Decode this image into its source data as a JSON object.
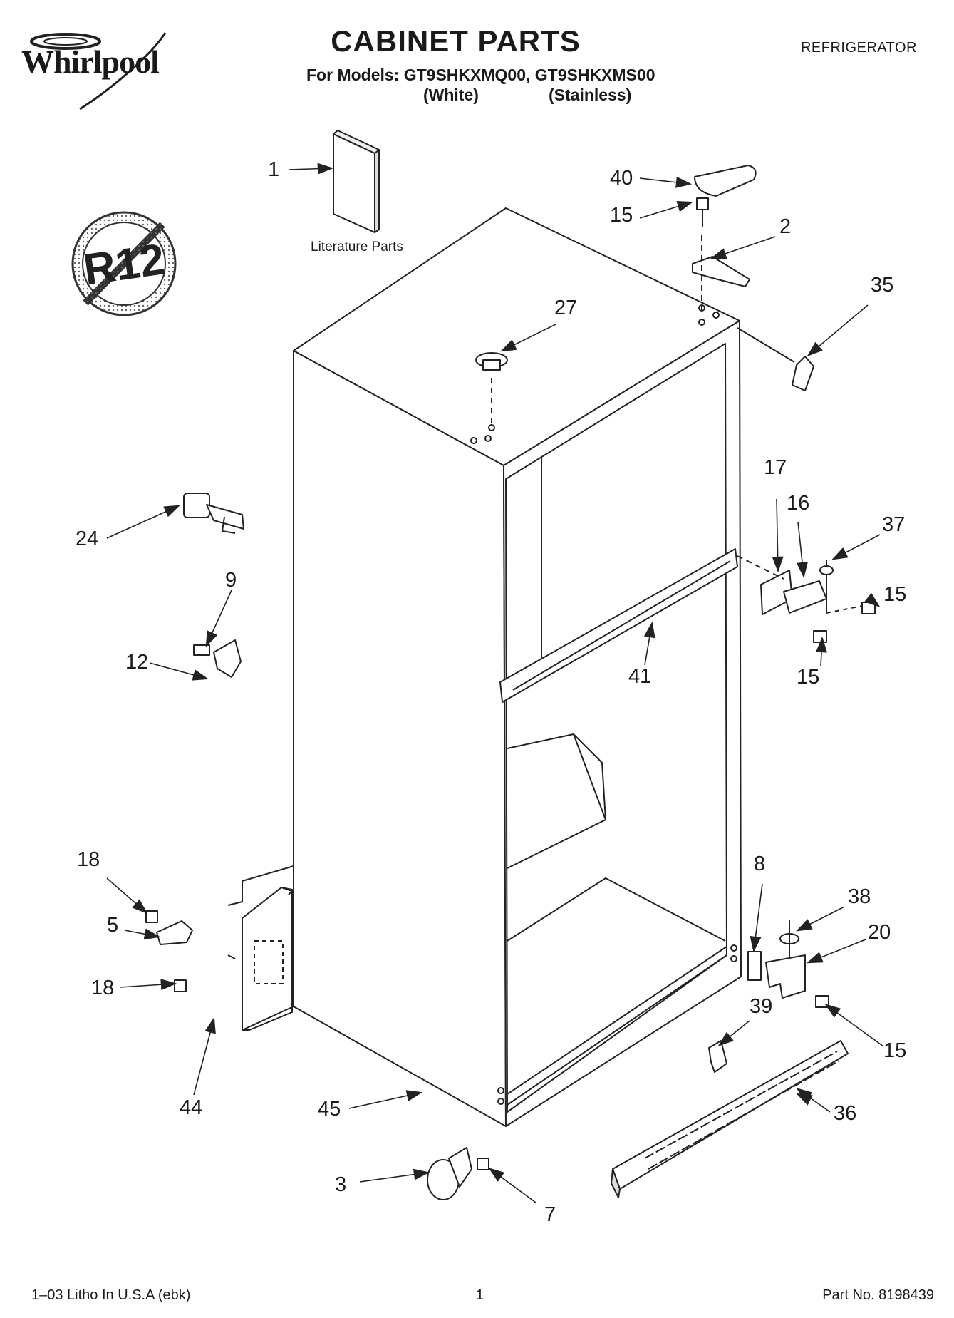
{
  "header": {
    "brand": "Whirlpool",
    "title": "CABINET PARTS",
    "models_line": "For Models: GT9SHKXMQ00, GT9SHKXMS00",
    "variant_white": "(White)",
    "variant_stainless": "(Stainless)",
    "category": "REFRIGERATOR"
  },
  "badge": {
    "text": "R12"
  },
  "literature_label": "Literature Parts",
  "callouts": {
    "c1": "1",
    "c40": "40",
    "c15a": "15",
    "c2": "2",
    "c35": "35",
    "c27": "27",
    "c17": "17",
    "c16": "16",
    "c37": "37",
    "c15b": "15",
    "c15c": "15",
    "c24": "24",
    "c9": "9",
    "c12": "12",
    "c41": "41",
    "c18a": "18",
    "c5": "5",
    "c18b": "18",
    "c44": "44",
    "c45": "45",
    "c8": "8",
    "c38": "38",
    "c20": "20",
    "c15d": "15",
    "c39": "39",
    "c36": "36",
    "c3": "3",
    "c7": "7"
  },
  "footer": {
    "litho": "1–03 Litho In U.S.A (ebk)",
    "page": "1",
    "part_no": "Part No. 8198439"
  }
}
